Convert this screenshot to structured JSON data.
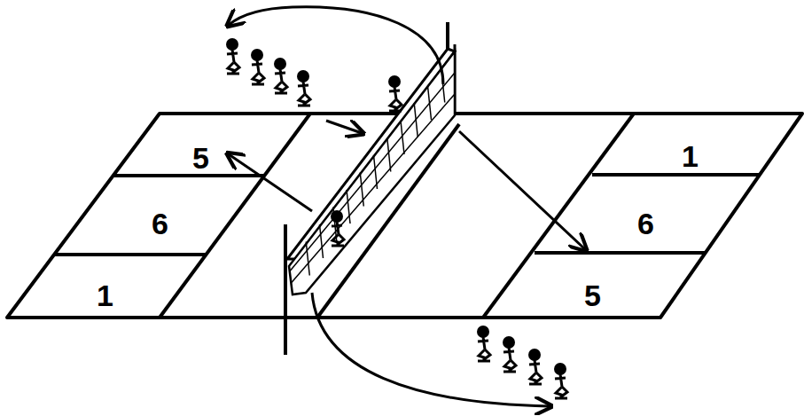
{
  "diagram": {
    "labels": [
      "5",
      "6",
      "1",
      "1",
      "6",
      "5"
    ]
  }
}
